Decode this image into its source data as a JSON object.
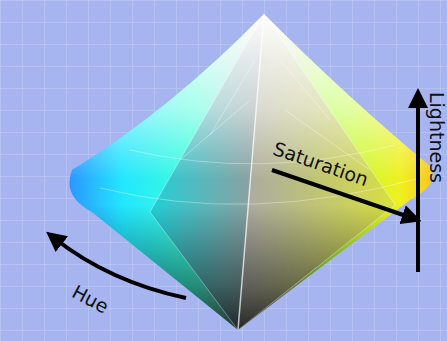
{
  "diagram": {
    "labels": [
      "Saturation",
      "Lightness",
      "Hue"
    ]
  }
}
